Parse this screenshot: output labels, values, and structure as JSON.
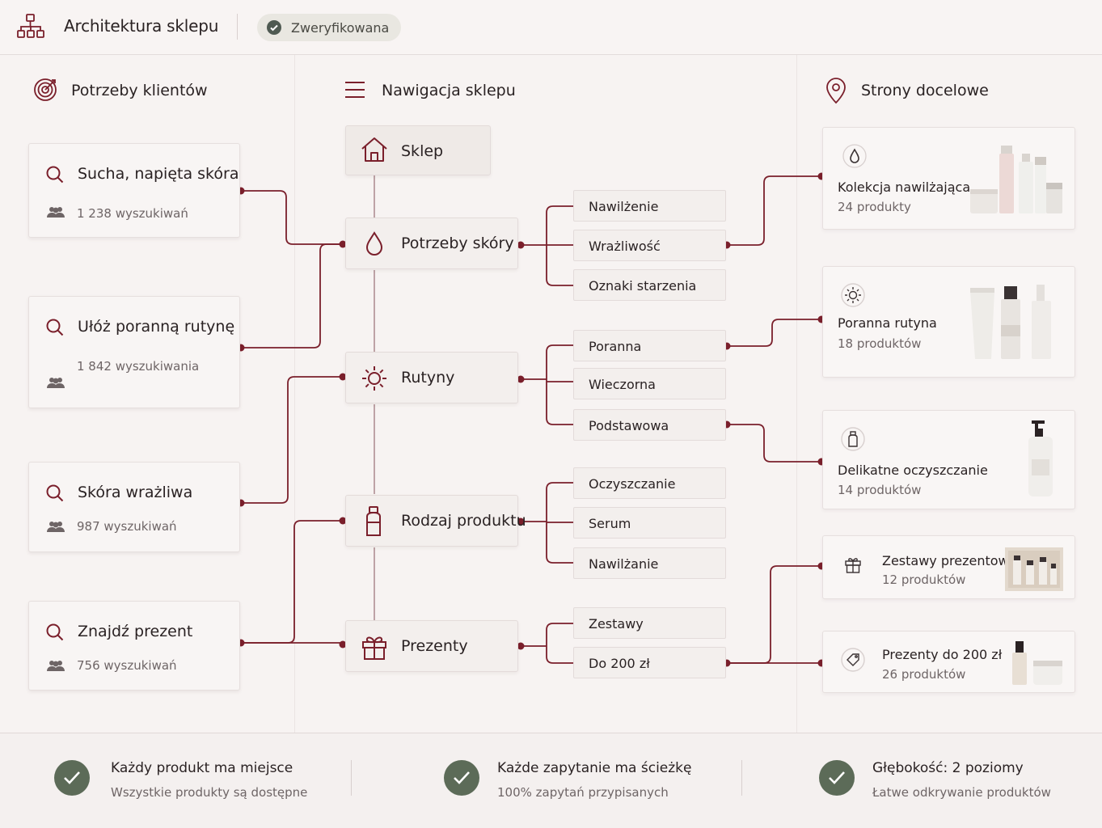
{
  "header": {
    "title": "Architektura sklepu",
    "badge": "Zweryfikowana"
  },
  "columns": {
    "needs": "Potrzeby klientów",
    "nav": "Nawigacja sklepu",
    "dest": "Strony docelowe"
  },
  "needs": [
    {
      "title": "Sucha, napięta skóra",
      "count": "1 238 wyszukiwań"
    },
    {
      "title": "Ułóż poranną rutynę",
      "count": "1 842 wyszukiwania"
    },
    {
      "title": "Skóra wrażliwa",
      "count": "987 wyszukiwań"
    },
    {
      "title": "Znajdź prezent",
      "count": "756 wyszukiwań"
    }
  ],
  "nav": {
    "root": "Sklep",
    "nodes": [
      {
        "label": "Potrzeby skóry",
        "subs": [
          "Nawilżenie",
          "Wrażliwość",
          "Oznaki starzenia"
        ]
      },
      {
        "label": "Rutyny",
        "subs": [
          "Poranna",
          "Wieczorna",
          "Podstawowa"
        ]
      },
      {
        "label": "Rodzaj produktu",
        "subs": [
          "Oczyszczanie",
          "Serum",
          "Nawilżanie"
        ]
      },
      {
        "label": "Prezenty",
        "subs": [
          "Zestawy",
          "Do 200 zł"
        ]
      }
    ]
  },
  "destinations": [
    {
      "title": "Kolekcja nawilżająca",
      "count": "24 produkty"
    },
    {
      "title": "Poranna rutyna",
      "count": "18 produktów"
    },
    {
      "title": "Delikatne oczyszczanie",
      "count": "14 produktów"
    },
    {
      "title": "Zestawy prezentowe",
      "count": "12 produktów"
    },
    {
      "title": "Prezenty do 200 zł",
      "count": "26 produktów"
    }
  ],
  "footer": [
    {
      "title": "Każdy produkt ma miejsce",
      "sub": "Wszystkie produkty są dostępne"
    },
    {
      "title": "Każde zapytanie ma ścieżkę",
      "sub": "100% zapytań przypisanych"
    },
    {
      "title": "Głębokość: 2 poziomy",
      "sub": "Łatwe odkrywanie produktów"
    }
  ],
  "colors": {
    "accent": "#7a1f2b",
    "check": "#5c6b58",
    "background": "#f7f3f2"
  }
}
